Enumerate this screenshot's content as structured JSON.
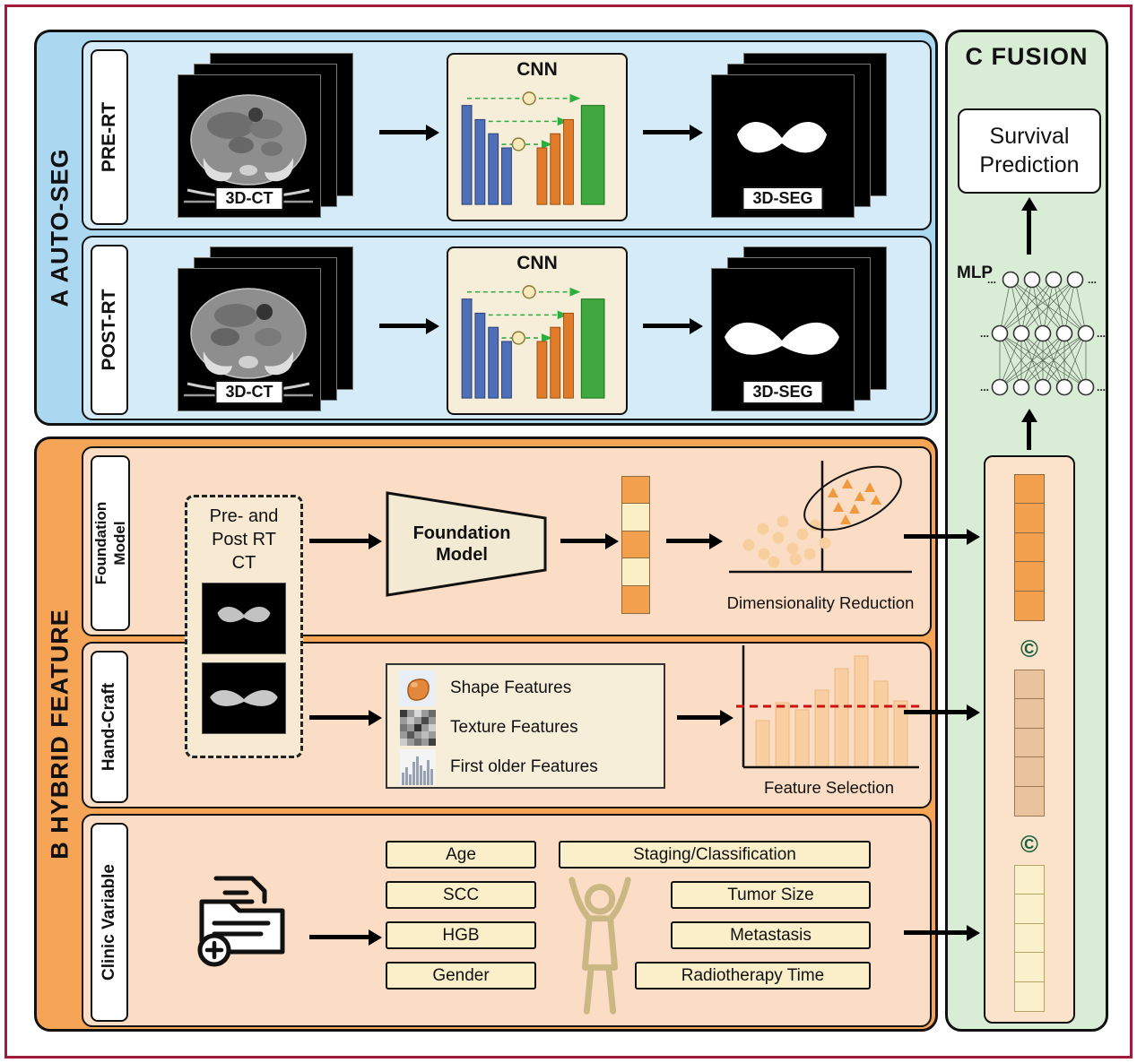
{
  "figure": {
    "panel_a": {
      "title": "A  AUTO-SEG",
      "rows": [
        {
          "label": "PRE-RT",
          "input_label": "3D-CT",
          "model_label": "CNN",
          "output_label": "3D-SEG"
        },
        {
          "label": "POST-RT",
          "input_label": "3D-CT",
          "model_label": "CNN",
          "output_label": "3D-SEG"
        }
      ]
    },
    "panel_b": {
      "title": "B  HYBRID FEATURE",
      "shared_input": {
        "line1": "Pre- and",
        "line2": "Post RT",
        "line3": "CT"
      },
      "foundation_row": {
        "label_line1": "Foundation",
        "label_line2": "Model",
        "model_label": "Foundation Model",
        "plot_caption": "Dimensionality Reduction"
      },
      "handcraft_row": {
        "label": "Hand-Craft",
        "features": [
          "Shape Features",
          "Texture Features",
          "First older Features"
        ],
        "plot_caption": "Feature Selection"
      },
      "clinic_row": {
        "label": "Clinic Variable",
        "left_variables": [
          "Age",
          "SCC",
          "HGB",
          "Gender"
        ],
        "right_variables": [
          "Staging/Classification",
          "Tumor Size",
          "Metastasis",
          "Radiotherapy Time"
        ]
      }
    },
    "panel_c": {
      "title": "C  FUSION",
      "output_label": "Survival Prediction",
      "mlp_label": "MLP",
      "concat_symbol": "©"
    },
    "colors": {
      "frame_red": "#A01C3A",
      "panel_a_bg": "#ABD8F0",
      "panel_a_row_bg": "#D5EBF8",
      "panel_b_bg": "#F6A455",
      "panel_b_row_bg": "#FBDCC4",
      "panel_c_bg": "#D8ECD6",
      "cnn_box_bg": "#F6EED9",
      "vector_orange": "#F2A04E",
      "vector_tan": "#E9C29E",
      "vector_cream": "#FAF0CB",
      "clinic_box_bg": "#FAEFC8",
      "selection_line_red": "#CC1111"
    }
  }
}
